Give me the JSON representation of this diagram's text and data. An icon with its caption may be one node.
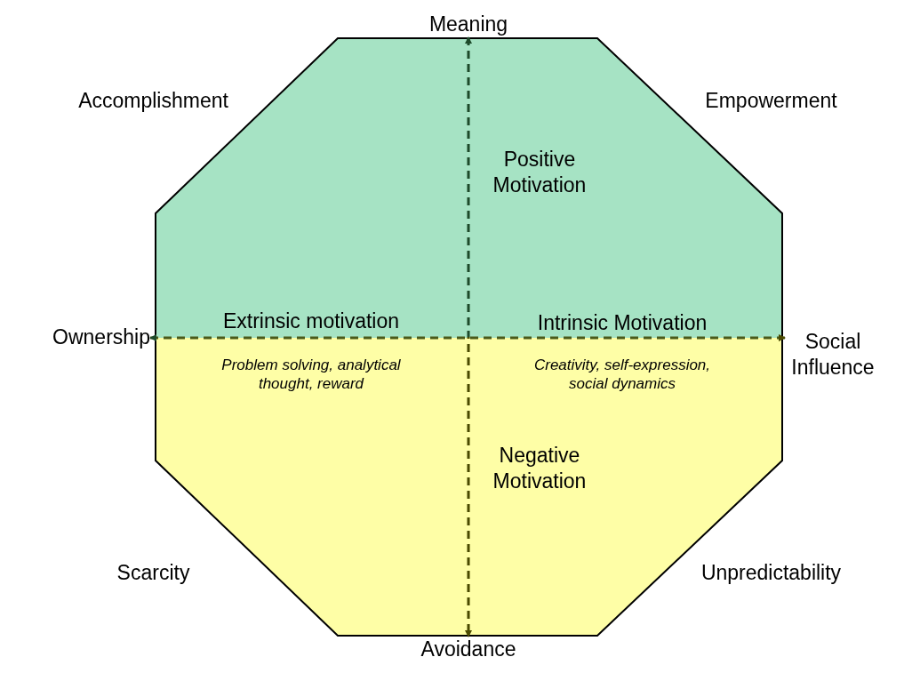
{
  "diagram": {
    "nodes": [
      {
        "text": [
          "Extrinsic motivation"
        ]
      },
      {
        "text": [
          "Positive Motivation",
          "Intrinsic Motivation"
        ]
      },
      {
        "text": [
          "Problem solving, analytical thought, reward"
        ]
      },
      {
        "text": [
          "Creativity, self-expression, social dynamics",
          "Negative Motivation"
        ]
      },
      {
        "text": [
          "Meaning"
        ]
      },
      {
        "text": [
          "Avoidance"
        ]
      },
      {
        "text": [
          "Ownership"
        ]
      },
      {
        "text": [
          "Social Influence"
        ]
      }
    ],
    "edges": [
      {
        "from": 4,
        "to": 5,
        "arrow": "both",
        "style": "dashed"
      },
      {
        "from": 6,
        "to": 7,
        "arrow": "both",
        "style": "dashed"
      }
    ],
    "labels": [
      "Accomplishment",
      "Empowerment",
      "Scarcity",
      "Unpredictability"
    ]
  }
}
